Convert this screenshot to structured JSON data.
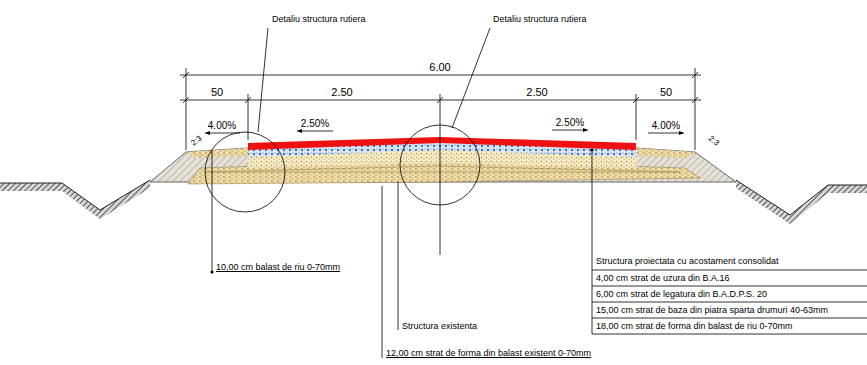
{
  "diagram": {
    "labels": [
      "Detaliu structura rutiera",
      "Detaliu structura rutiera",
      "6.00",
      "50",
      "2.50",
      "2.50",
      "50",
      "4.00%",
      "2.50%",
      "2.50%",
      "4.00%",
      "2:3",
      "2:3",
      "10,00 cm balast de riu 0-70mm",
      "Structura proiectata cu acostament consolidat",
      "4,00 cm strat de uzura din B.A.16",
      "6,00 cm strat de legatura din B.A.D.P.S. 20",
      "15,00 cm strat de baza din piatra sparta drumuri 40-63mm",
      "18,00 cm strat de forma din balast de riu 0-70mm",
      "Structura existenta",
      "12,00 cm strat de forma din balast existent 0-70mm"
    ]
  }
}
